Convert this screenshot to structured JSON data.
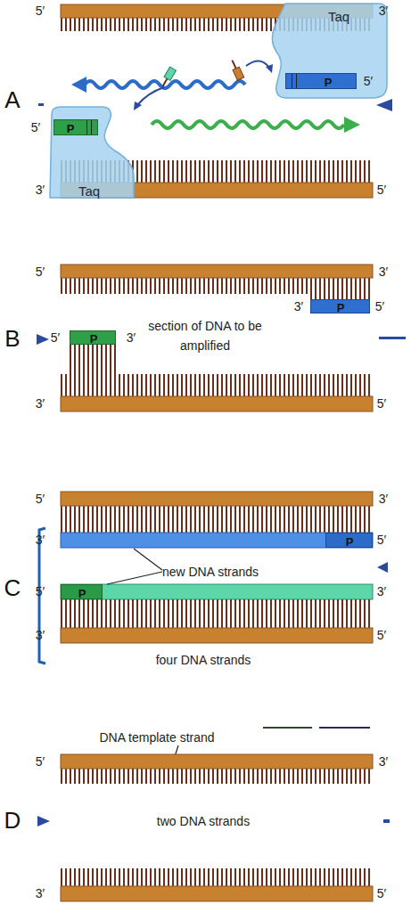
{
  "diagram": {
    "nodes": [
      {
        "text": [
          "Taq"
        ]
      },
      {
        "text": [
          "P"
        ],
        "in": 0
      },
      {
        "text": [
          "Taq"
        ]
      },
      {
        "text": [
          "P"
        ],
        "in": 2
      },
      {
        "text": [
          "P"
        ]
      },
      {
        "text": [
          "P"
        ]
      },
      {
        "text": [
          "P"
        ]
      },
      {
        "text": [
          "P"
        ]
      }
    ],
    "labels": [
      "5′",
      "3′",
      "A",
      "5′",
      "5′",
      "3′",
      "5′",
      "5′",
      "3′",
      "3′",
      "5′",
      "B",
      "section of DNA to be amplified",
      "5′",
      "3′",
      "3′",
      "5′",
      "5′",
      "3′",
      "3′",
      "5′",
      "new DNA strands",
      "C",
      "5′",
      "3′",
      "3′",
      "5′",
      "four DNA strands",
      "DNA template strand",
      "5′",
      "3′",
      "D",
      "two DNA strands",
      "3′",
      "5′"
    ]
  }
}
